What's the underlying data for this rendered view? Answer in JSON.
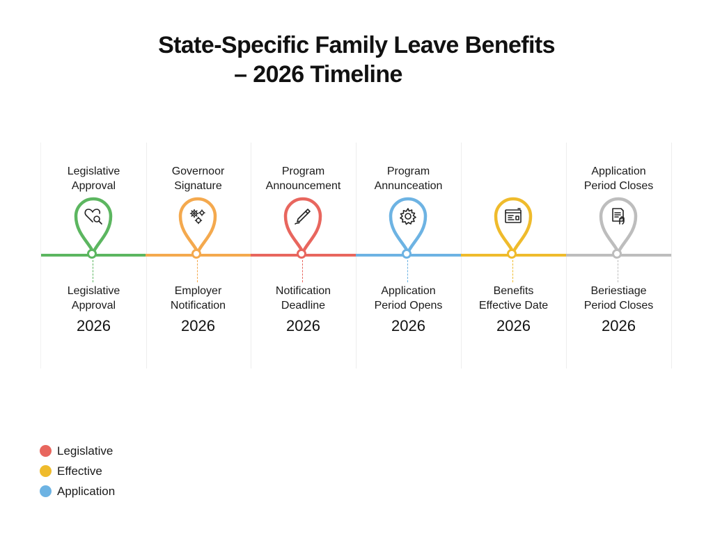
{
  "title": {
    "line1": "State-Specific Family Leave Benefits",
    "line2": "– 2026 Timeline"
  },
  "stages": [
    {
      "top_line1": "Legislative",
      "top_line2": "Approval",
      "bottom_line1": "Legislative",
      "bottom_line2": "Approval",
      "year": "2026",
      "color": "#5cb660",
      "icon": "heart-search-icon"
    },
    {
      "top_line1": "Governoor",
      "top_line2": "Signature",
      "bottom_line1": "Employer",
      "bottom_line2": "Notification",
      "year": "2026",
      "color": "#f4a94e",
      "icon": "gears-icon"
    },
    {
      "top_line1": "Program",
      "top_line2": "Announcement",
      "bottom_line1": "Notification",
      "bottom_line2": "Deadline",
      "year": "2026",
      "color": "#e8665e",
      "icon": "pen-icon"
    },
    {
      "top_line1": "Program",
      "top_line2": "Annunceation",
      "bottom_line1": "Application",
      "bottom_line2": "Period Opens",
      "year": "2026",
      "color": "#6db3e3",
      "icon": "gear-icon"
    },
    {
      "top_line1": "",
      "top_line2": "",
      "bottom_line1": "Benefits",
      "bottom_line2": "Effective Date",
      "year": "2026",
      "color": "#efbb2c",
      "icon": "document-screen-icon"
    },
    {
      "top_line1": "Application",
      "top_line2": "Period Closes",
      "bottom_line1": "Beriestiage",
      "bottom_line2": "Period Closes",
      "year": "2026",
      "color": "#bdbdbd",
      "icon": "document-hand-icon"
    }
  ],
  "legend": [
    {
      "label": "Legislative",
      "color": "#e8665e"
    },
    {
      "label": "Effective",
      "color": "#efbb2c"
    },
    {
      "label": "Application",
      "color": "#6db3e3"
    }
  ]
}
